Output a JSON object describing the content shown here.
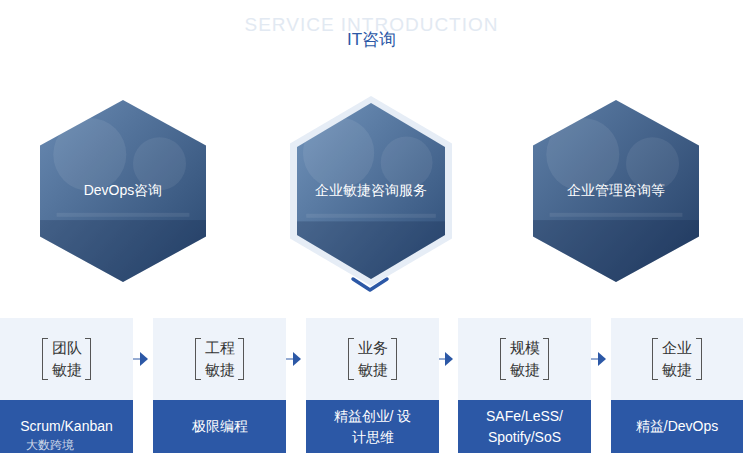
{
  "diagram": {
    "title": "IT咨询",
    "nodes": [
      {
        "text": [
          "DevOps咨询"
        ]
      },
      {
        "text": [
          "企业敏捷咨询服务"
        ]
      },
      {
        "text": [
          "企业管理咨询等"
        ]
      },
      {
        "text": [
          "团队 敏捷"
        ]
      },
      {
        "text": [
          "工程 敏捷"
        ]
      },
      {
        "text": [
          "业务 敏捷"
        ]
      },
      {
        "text": [
          "规模 敏捷"
        ]
      },
      {
        "text": [
          "企业 敏捷"
        ]
      },
      {
        "text": [
          "Scrum/Kanban"
        ]
      },
      {
        "text": [
          "极限编程"
        ]
      },
      {
        "text": [
          "精益创业/ 设计思维"
        ]
      },
      {
        "text": [
          "SAFe/LeSS/ Spotify/SoS"
        ]
      },
      {
        "text": [
          "精益/DevOps"
        ]
      }
    ],
    "edges": [
      {
        "from": 3,
        "to": 4,
        "arrow": "to"
      },
      {
        "from": 4,
        "to": 5,
        "arrow": "to"
      },
      {
        "from": 5,
        "to": 6,
        "arrow": "to"
      },
      {
        "from": 6,
        "to": 7,
        "arrow": "to"
      }
    ],
    "labels": [
      "SERVICE INTRODUCTION",
      "大数跨境"
    ]
  }
}
